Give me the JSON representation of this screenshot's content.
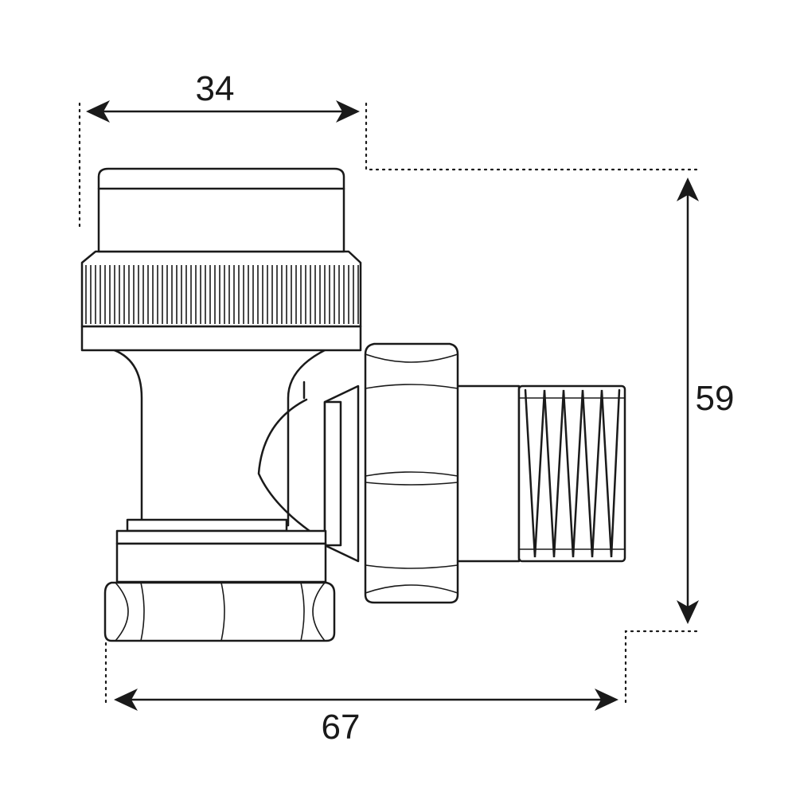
{
  "dimensions": {
    "width_top": "34",
    "height_right": "59",
    "width_bottom": "67"
  }
}
